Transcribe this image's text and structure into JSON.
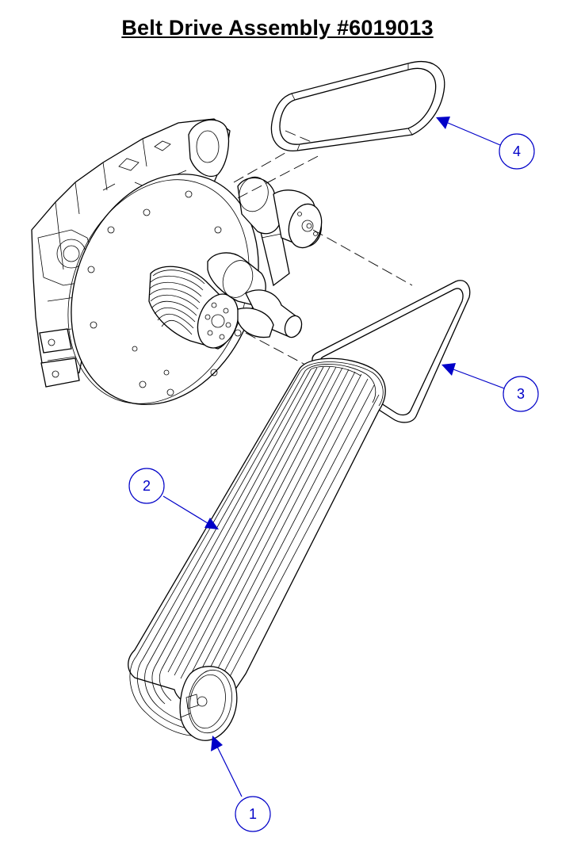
{
  "title": "Belt Drive Assembly #6019013",
  "callouts": [
    {
      "id": "1",
      "label": "1"
    },
    {
      "id": "2",
      "label": "2"
    },
    {
      "id": "3",
      "label": "3"
    },
    {
      "id": "4",
      "label": "4"
    }
  ],
  "colors": {
    "callout": "#0000c8",
    "line": "#000000",
    "background": "#ffffff"
  }
}
